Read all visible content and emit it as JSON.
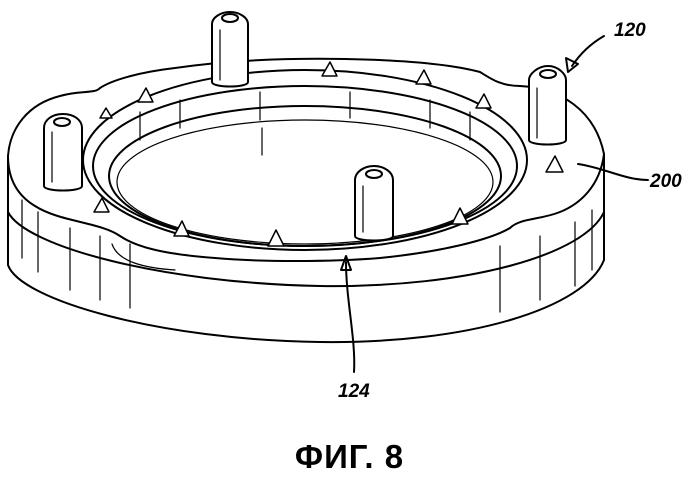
{
  "figure": {
    "caption": "ФИГ. 8",
    "ref_labels": {
      "r120": "120",
      "r200": "200",
      "r124": "124"
    }
  }
}
